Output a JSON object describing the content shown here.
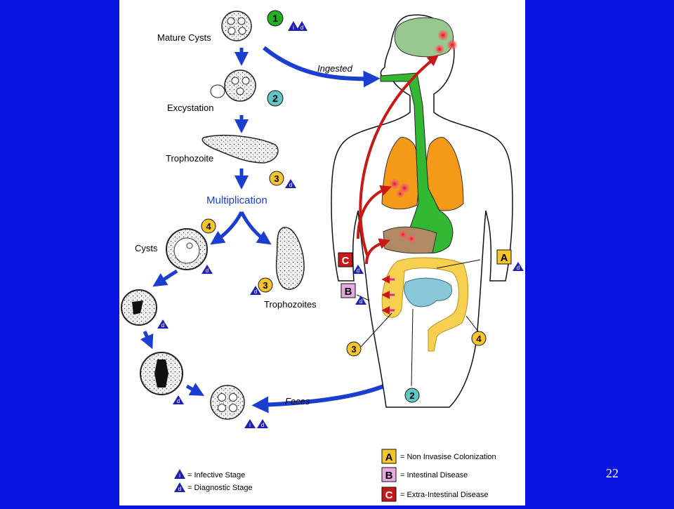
{
  "slide": {
    "number": "22",
    "background": "#0a14e0"
  },
  "stages": {
    "mature_cysts": "Mature Cysts",
    "excystation": "Excystation",
    "trophozoite": "Trophozoite",
    "multiplication": "Multiplication",
    "cysts": "Cysts",
    "trophozoites": "Trophozoites"
  },
  "routes": {
    "ingested": "Ingested",
    "feces": "Feces"
  },
  "markers": {
    "infective": "i",
    "diagnostic": "d"
  },
  "stage_numbers": {
    "one": "1",
    "two": "2",
    "three": "3",
    "four": "4"
  },
  "disease_letters": {
    "a": "A",
    "b": "B",
    "c": "C"
  },
  "key": {
    "infective_stage": "= Infective Stage",
    "diagnostic_stage": "= Diagnostic Stage",
    "a": "= Non Invasise Colonization",
    "b": "= Intestinal Disease",
    "c": "= Extra-Intestinal Disease"
  },
  "colors": {
    "arrow_blue": "#1a3fd0",
    "badge_green": "#22b022",
    "badge_teal": "#5fc6c6",
    "badge_yellow": "#f8c62a",
    "lungs_orange": "#f49a18",
    "brain_green": "#98c890",
    "gut_green": "#33b833",
    "intestine_yellow": "#f8d050",
    "small_intestine_blue": "#88c8d8",
    "liver_brown": "#b08a62",
    "lesion_red": "#e02020",
    "c_red": "#c81818",
    "b_pink": "#e8a8e0",
    "a_yellow": "#f8c62a"
  }
}
